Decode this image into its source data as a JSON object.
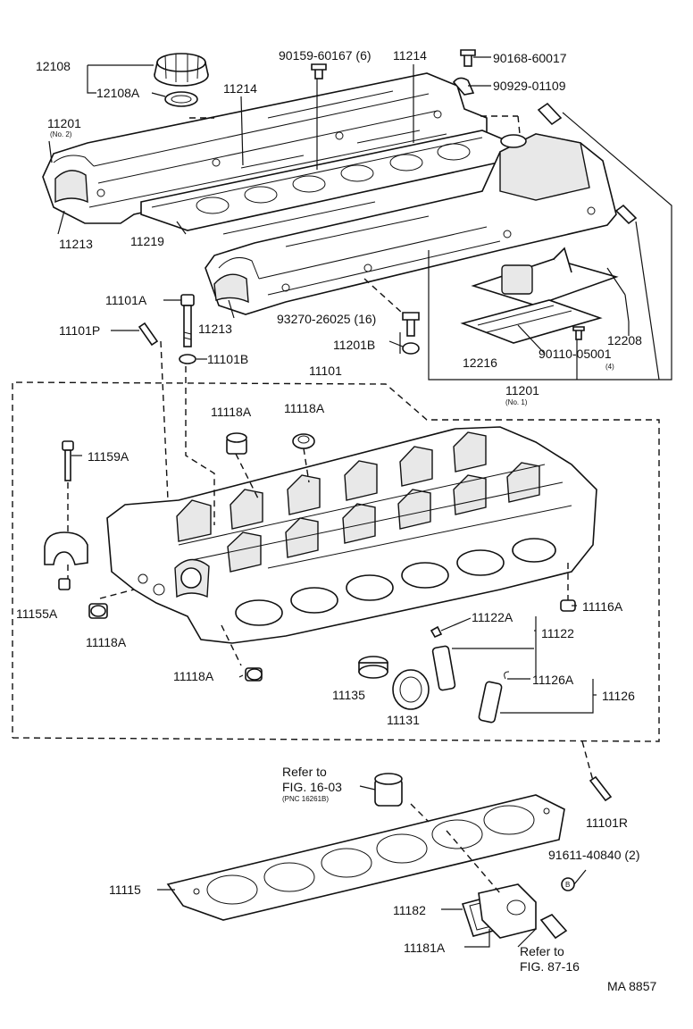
{
  "diagram": {
    "figure_code": "MA 8857",
    "labels": {
      "p12108": "12108",
      "p12108A": "12108A",
      "p90159": "90159-60167 (6)",
      "p11214a": "11214",
      "p11214b": "11214",
      "p90168": "90168-60017",
      "p90929": "90929-01109",
      "p11201n2": "11201",
      "p11201n2sub": "(No. 2)",
      "p11213a": "11213",
      "p11219": "11219",
      "p11213b": "11213",
      "p11101A": "11101A",
      "p11101P": "11101P",
      "p11101B": "11101B",
      "p93270": "93270-26025 (16)",
      "p11201B": "11201B",
      "p12208": "12208",
      "p12216": "12216",
      "p90110": "90110-05001",
      "p90110sub": "(4)",
      "p11201n1": "11201",
      "p11201n1sub": "(No. 1)",
      "p11101": "11101",
      "p11118Aa": "11118A",
      "p11118Ab": "11118A",
      "p11159A": "11159A",
      "p11155A": "11155A",
      "p11118Ac": "11118A",
      "p11116A": "11116A",
      "p11122A": "11122A",
      "p11122": "11122",
      "p11118Ad": "11118A",
      "p11135": "11135",
      "p11131": "11131",
      "p11126A": "11126A",
      "p11126": "11126",
      "refer1a": "Refer to",
      "refer1b": "FIG. 16-03",
      "refer1c": "(PNC 16261B)",
      "p11101R": "11101R",
      "p91611": "91611-40840 (2)",
      "pB": "B",
      "p11115": "11115",
      "p11182": "11182",
      "p11181A": "11181A",
      "refer2a": "Refer to",
      "refer2b": "FIG. 87-16"
    }
  }
}
